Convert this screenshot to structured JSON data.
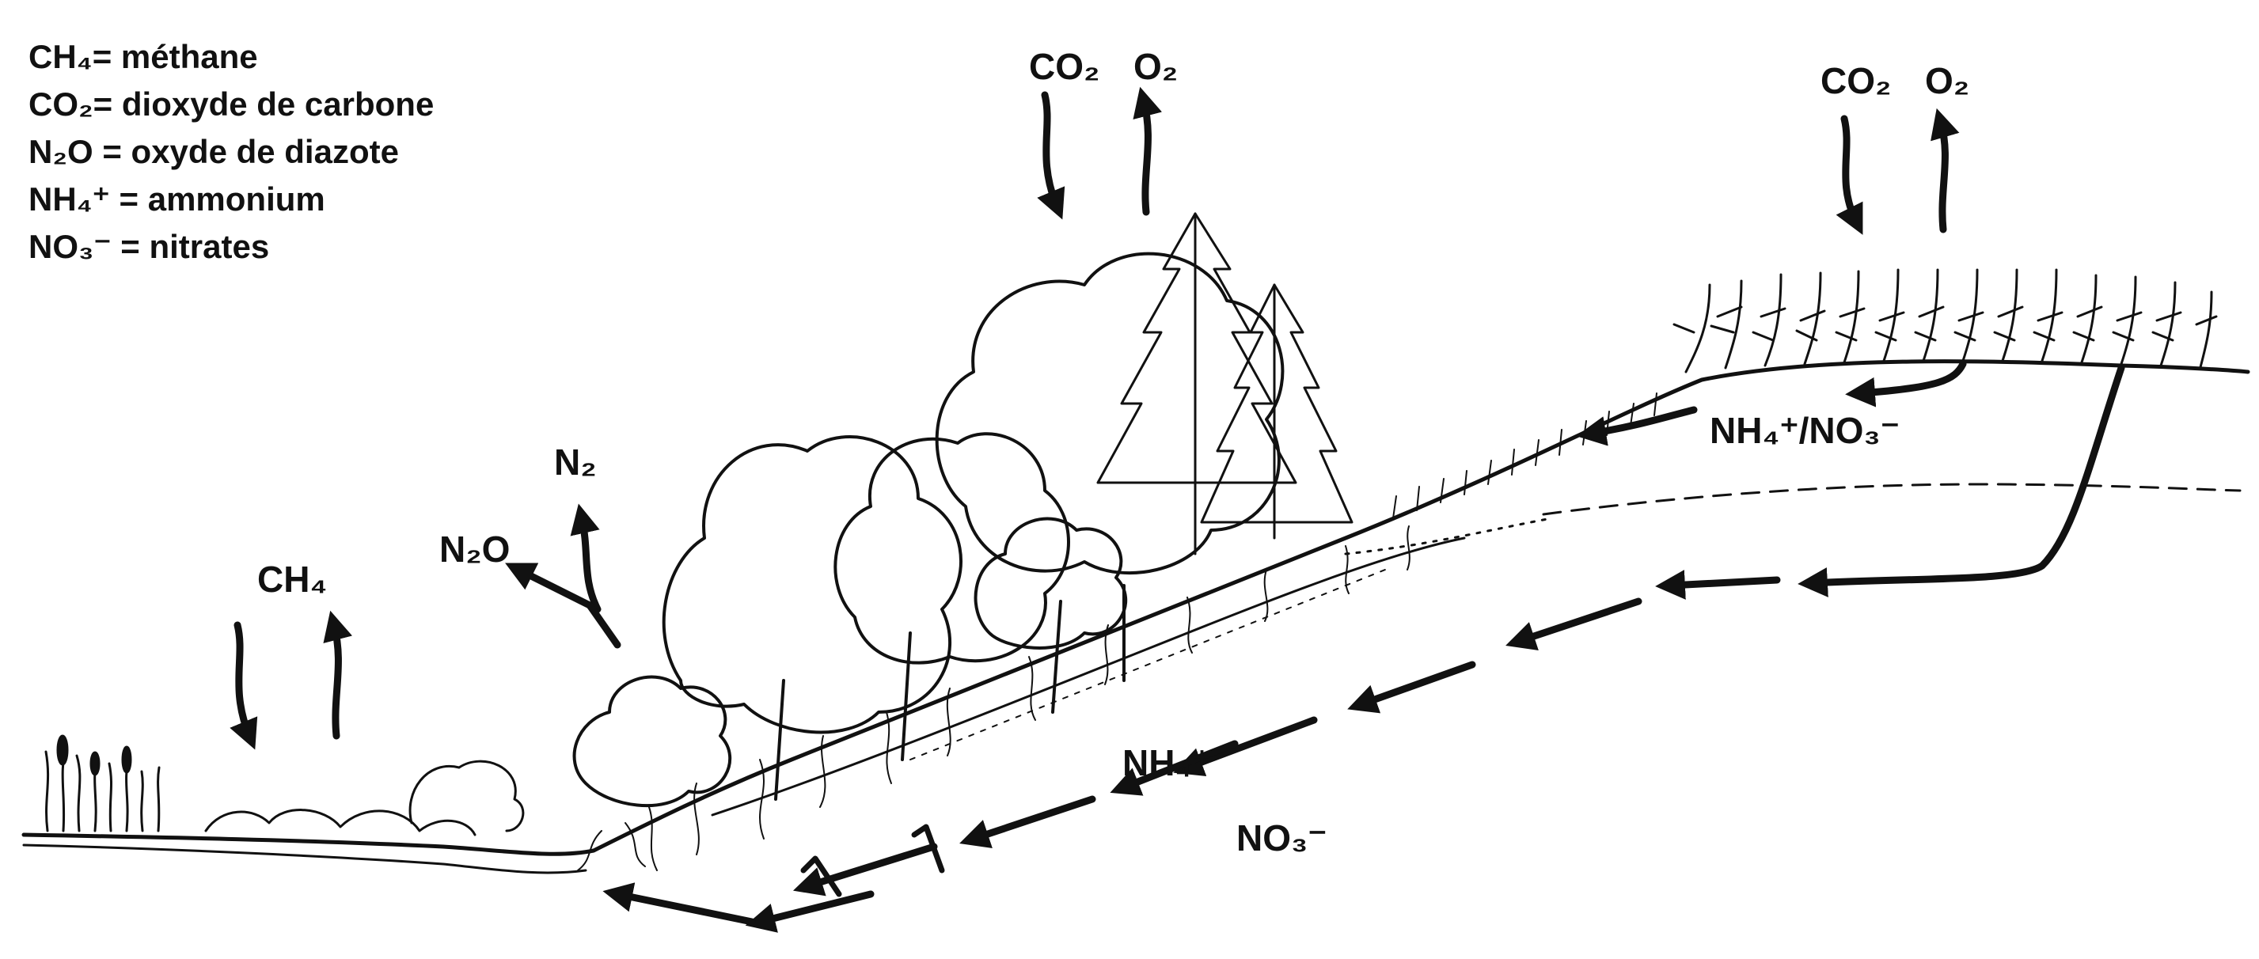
{
  "legend": [
    {
      "formula": "CH₄",
      "meaning": "= méthane"
    },
    {
      "formula": "CO₂",
      "meaning": "= dioxyde de carbone"
    },
    {
      "formula": "N₂O",
      "meaning": " = oxyde de diazote"
    },
    {
      "formula": "NH₄⁺",
      "meaning": " = ammonium"
    },
    {
      "formula": "NO₃⁻",
      "meaning": " = nitrates"
    }
  ],
  "labels": {
    "co2_forest": "CO₂",
    "o2_forest": "O₂",
    "co2_field": "CO₂",
    "o2_field": "O₂",
    "ch4": "CH₄",
    "n2": "N₂",
    "n2o": "N₂O",
    "nh4_no3": "NH₄⁺/NO₃⁻",
    "nh4": "NH₄⁺",
    "no3": "NO₃⁻"
  },
  "colors": {
    "ink": "#111111",
    "background": "#ffffff"
  }
}
